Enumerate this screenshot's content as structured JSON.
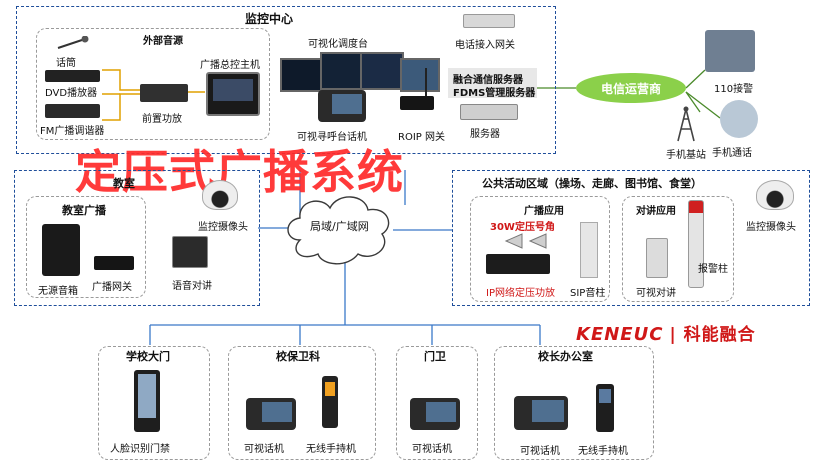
{
  "title_overlay": "定压式广播系统",
  "monitor_center": {
    "title": "监控中心",
    "external_source": "外部音源",
    "mic": "话筒",
    "dvd": "DVD播放器",
    "fm": "FM广播调谐器",
    "preamp": "前置功放",
    "host": "广播总控主机",
    "dispatch": "可视化调度台",
    "phone_gateway": "电话接入网关",
    "fusion_server_1": "融合通信服务器",
    "fusion_server_2": "FDMS管理服务器",
    "intercom_phone": "可视寻呼台话机",
    "roip": "ROIP 网关",
    "server": "服务器"
  },
  "telecom": {
    "label": "电信运营商",
    "alarm_110": "110接警",
    "base_station": "手机基站",
    "mobile_call": "手机通话"
  },
  "classroom": {
    "title": "教室",
    "broadcast_title": "教室广播",
    "passive_speaker": "无源音箱",
    "broadcast_gateway": "广播网关",
    "camera": "监控摄像头",
    "voice_intercom": "语音对讲"
  },
  "network": {
    "label": "局域/广域网"
  },
  "public_area": {
    "title": "公共活动区域（操场、走廊、图书馆、食堂）",
    "broadcast_app": "广播应用",
    "horn": "30W定压号角",
    "ip_amp": "IP网络定压功放",
    "sip_column": "SIP音柱",
    "intercom_app": "对讲应用",
    "video_intercom": "可视对讲",
    "alarm_column": "报警柱",
    "camera": "监控摄像头"
  },
  "brand": {
    "latin": "KENEUC",
    "cn": "| 科能融合"
  },
  "bottom": {
    "gate_title": "学校大门",
    "face_access": "人脸识别门禁",
    "security_title": "校保卫科",
    "video_phone_1": "可视话机",
    "handset_1": "无线手持机",
    "guard_title": "门卫",
    "video_phone_2": "可视话机",
    "principal_title": "校长办公室",
    "video_phone_3": "可视话机",
    "handset_2": "无线手持机"
  },
  "colors": {
    "title_red": "#ff2a2a",
    "brand_red": "#d01818",
    "telecom_green": "#8bd04a",
    "frame_blue": "#1f4e9a",
    "line_blue": "#3a78c8",
    "amp_line_orange": "#e0a000"
  }
}
